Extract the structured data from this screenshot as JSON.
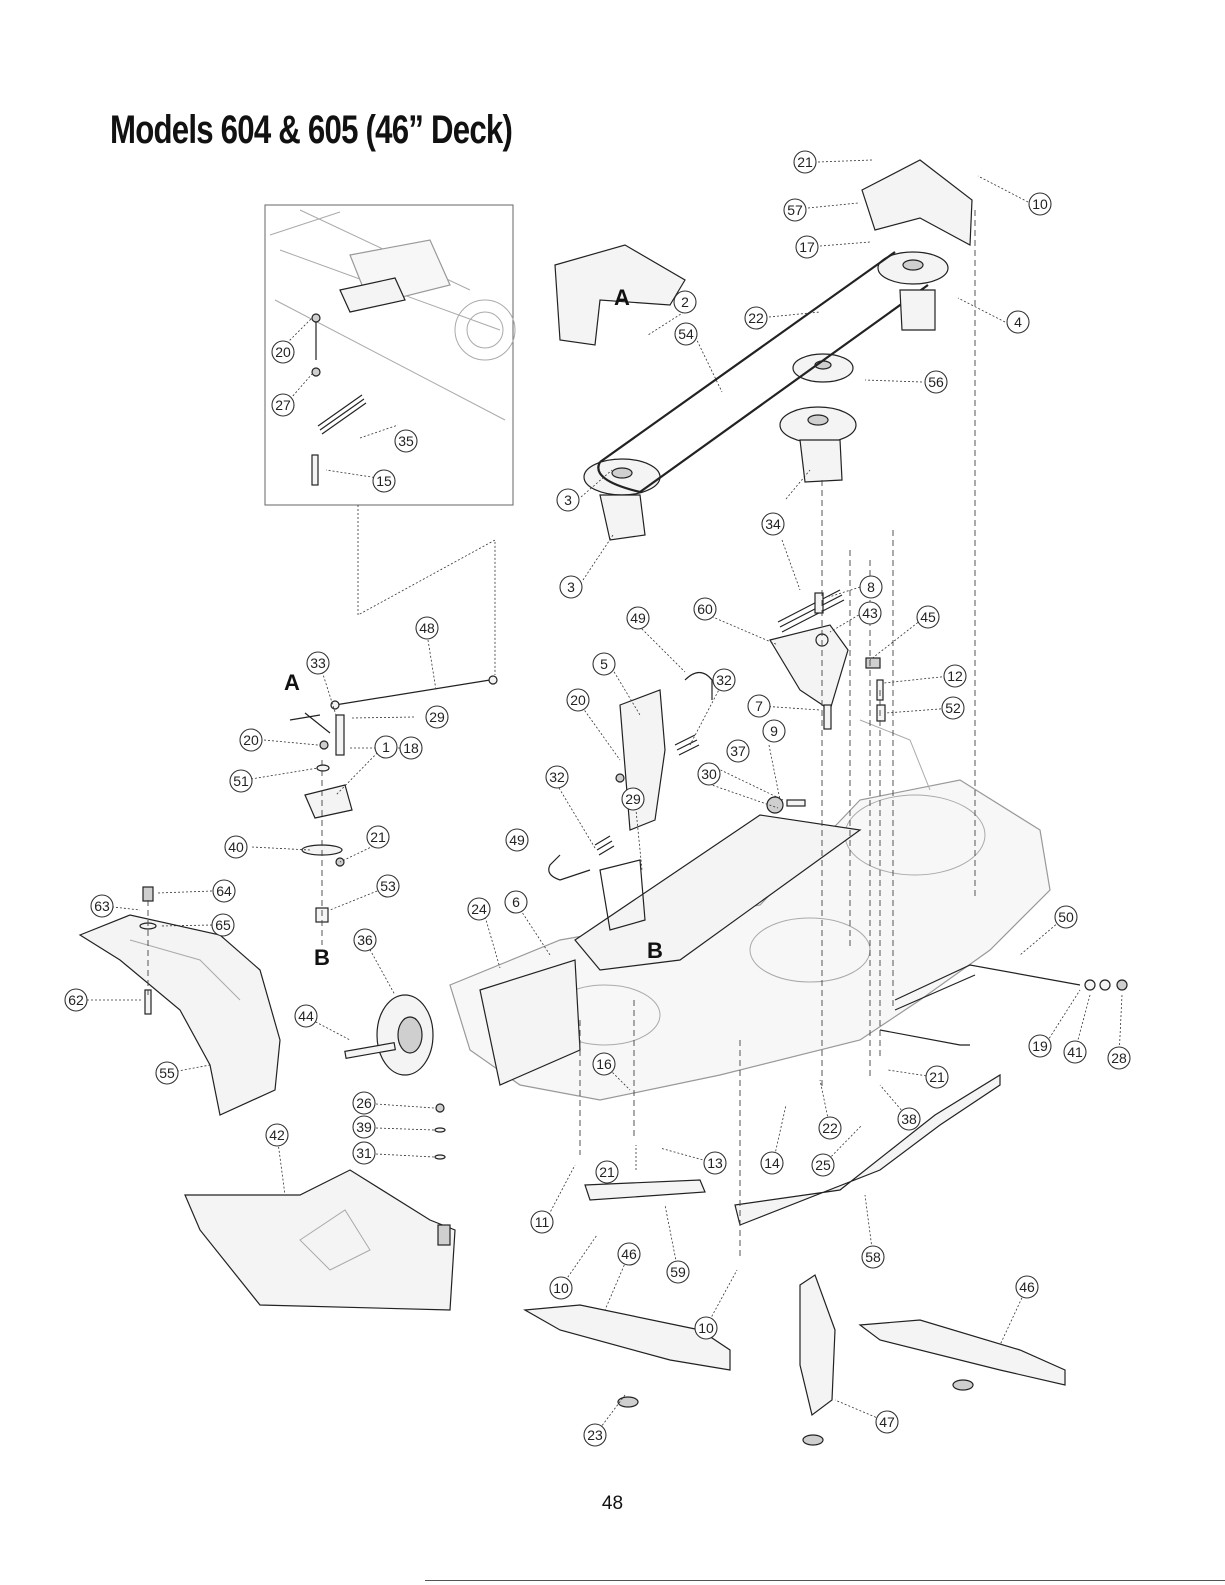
{
  "title": "Models 604 & 605 (46” Deck)",
  "page_number": "48",
  "reference_letters": [
    "A",
    "B"
  ],
  "callouts": {
    "c21a": "21",
    "c10a": "10",
    "c57": "57",
    "c17": "17",
    "c4": "4",
    "c22a": "22",
    "c2": "2",
    "c54": "54",
    "c56": "56",
    "c3a": "3",
    "c3b": "3",
    "c34": "34",
    "c20a": "20",
    "c27": "27",
    "c35": "35",
    "c15": "15",
    "c48": "48",
    "c33": "33",
    "c29a": "29",
    "c20b": "20",
    "c18": "18",
    "c51": "51",
    "c1": "1",
    "c40": "40",
    "c21b": "21",
    "c53": "53",
    "c49a": "49",
    "c5": "5",
    "c60": "60",
    "c8": "8",
    "c43": "43",
    "c45": "45",
    "c12": "12",
    "c52": "52",
    "c7": "7",
    "c32a": "32",
    "c20c": "20",
    "c9": "9",
    "c37": "37",
    "c30": "30",
    "c32b": "32",
    "c29b": "29",
    "c49b": "49",
    "c64": "64",
    "c63": "63",
    "c65": "65",
    "c62": "62",
    "c55": "55",
    "c36": "36",
    "c24": "24",
    "c6": "6",
    "c44": "44",
    "c42": "42",
    "c26": "26",
    "c39": "39",
    "c31": "31",
    "c16": "16",
    "c21c": "21",
    "c13": "13",
    "c11": "11",
    "c14": "14",
    "c22b": "22",
    "c25": "25",
    "c38": "38",
    "c21d": "21",
    "c50": "50",
    "c19": "19",
    "c41": "41",
    "c28": "28",
    "c59": "59",
    "c58": "58",
    "c10b": "10",
    "c46a": "46",
    "c10c": "10",
    "c46b": "46",
    "c23": "23",
    "c47": "47"
  }
}
